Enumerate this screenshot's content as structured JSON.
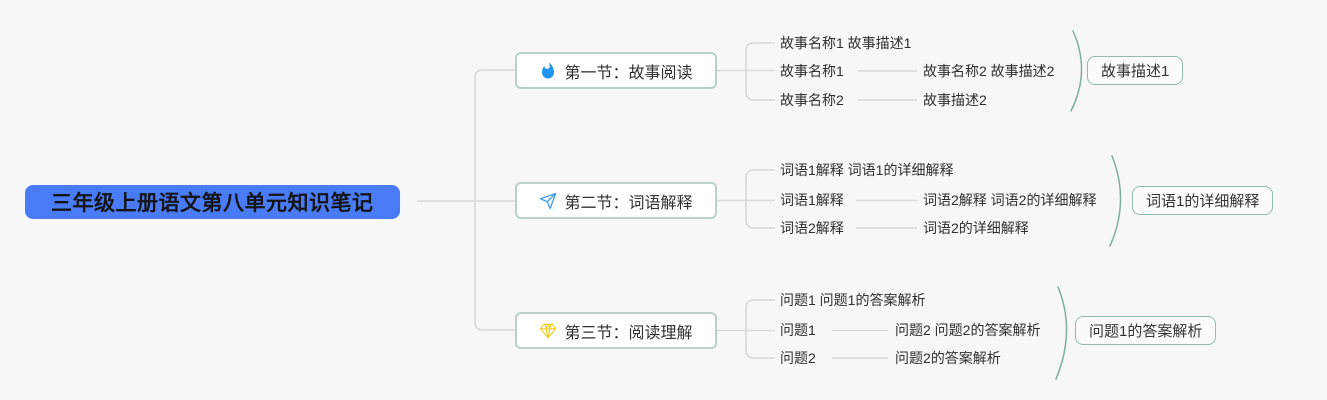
{
  "root": {
    "label": "三年级上册语文第八单元知识笔记"
  },
  "colors": {
    "canvas_bg": "#f7f7f8",
    "root_bg": "#4a7bf7",
    "branch_border": "#b9d2c9",
    "summary_border": "#93bcab",
    "bracket": "#7fae9d",
    "connector": "#d9d9d9",
    "flame": "#2196f3",
    "paper_plane": "#42a0ea",
    "gem": "#f0ce20"
  },
  "branches": [
    {
      "label": "第一节：故事阅读",
      "icon": "flame-icon",
      "children": [
        {
          "label": "故事名称1 故事描述1"
        },
        {
          "label": "故事名称1",
          "child": "故事名称2 故事描述2"
        },
        {
          "label": "故事名称2",
          "child": "故事描述2"
        }
      ],
      "summary": "故事描述1"
    },
    {
      "label": "第二节：词语解释",
      "icon": "paper-plane-icon",
      "children": [
        {
          "label": "词语1解释 词语1的详细解释"
        },
        {
          "label": "词语1解释",
          "child": "词语2解释 词语2的详细解释"
        },
        {
          "label": "词语2解释",
          "child": "词语2的详细解释"
        }
      ],
      "summary": "词语1的详细解释"
    },
    {
      "label": "第三节：阅读理解",
      "icon": "gem-icon",
      "children": [
        {
          "label": "问题1 问题1的答案解析"
        },
        {
          "label": "问题1",
          "child": "问题2 问题2的答案解析"
        },
        {
          "label": "问题2",
          "child": "问题2的答案解析"
        }
      ],
      "summary": "问题1的答案解析"
    }
  ]
}
